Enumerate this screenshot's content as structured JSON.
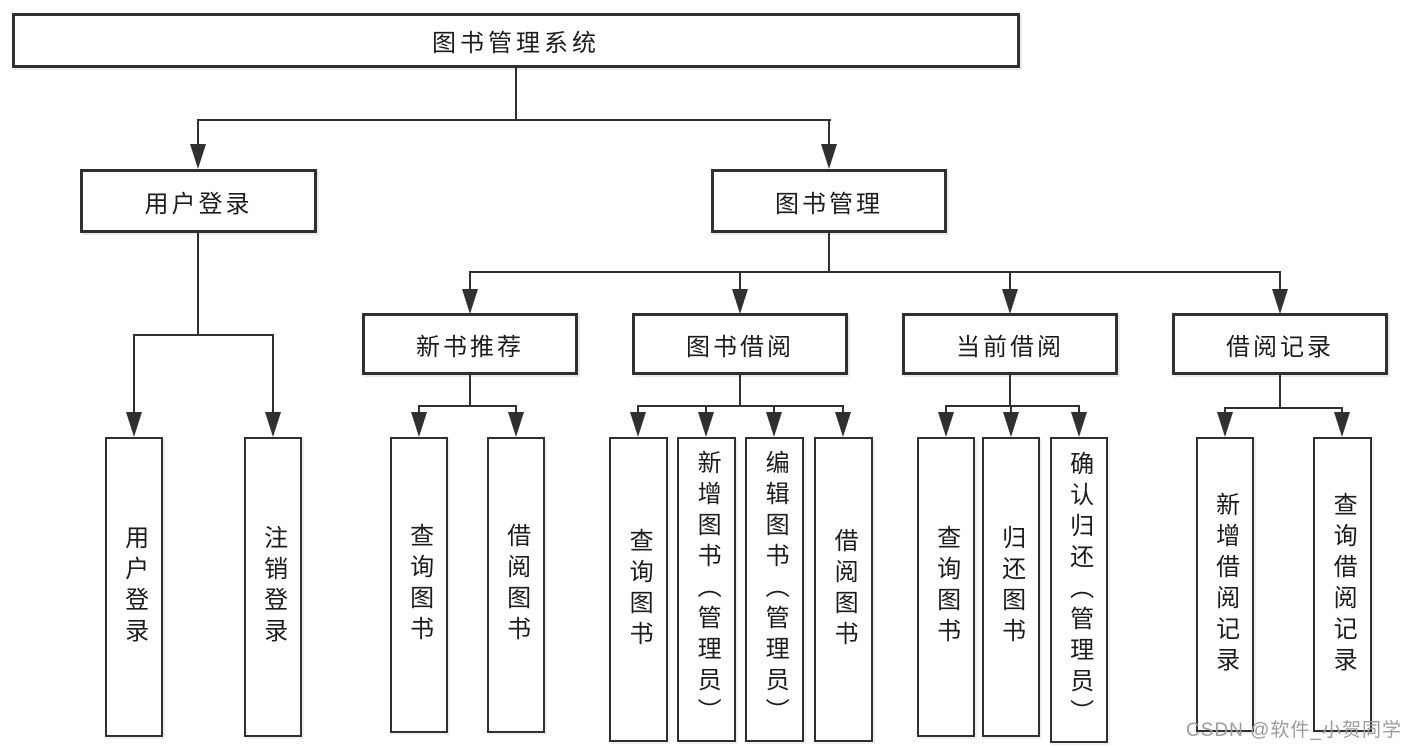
{
  "diagram_type": "hierarchy-tree",
  "watermark": "CSDN @软件_小贺同学",
  "colors": {
    "line": "#303030",
    "text": "#1c1c1c",
    "watermark": "#9c9c9c",
    "background": "#ffffff"
  },
  "tree": {
    "label": "图书管理系统",
    "children": [
      {
        "label": "用户登录",
        "children": [
          {
            "label": "用户登录"
          },
          {
            "label": "注销登录"
          }
        ]
      },
      {
        "label": "图书管理",
        "children": [
          {
            "label": "新书推荐",
            "children": [
              {
                "label": "查询图书"
              },
              {
                "label": "借阅图书"
              }
            ]
          },
          {
            "label": "图书借阅",
            "children": [
              {
                "label": "查询图书"
              },
              {
                "label": "新增图书（管理员）"
              },
              {
                "label": "编辑图书（管理员）"
              },
              {
                "label": "借阅图书"
              }
            ]
          },
          {
            "label": "当前借阅",
            "children": [
              {
                "label": "查询图书"
              },
              {
                "label": "归还图书"
              },
              {
                "label": "确认归还（管理员）"
              }
            ]
          },
          {
            "label": "借阅记录",
            "children": [
              {
                "label": "新增借阅记录"
              },
              {
                "label": "查询借阅记录"
              }
            ]
          }
        ]
      }
    ]
  }
}
